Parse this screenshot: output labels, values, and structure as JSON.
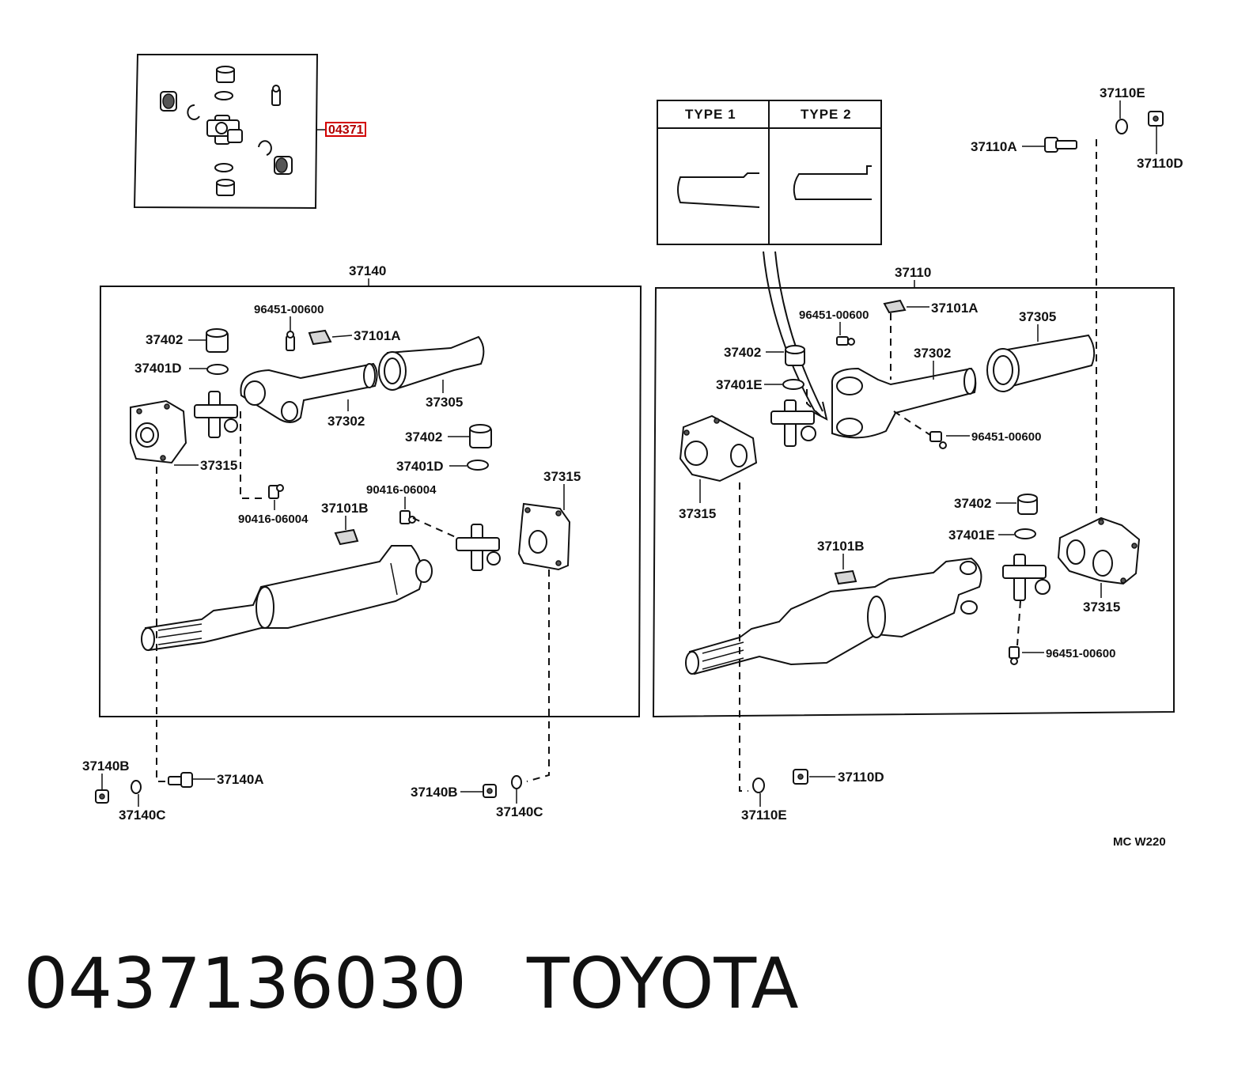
{
  "caption": {
    "part_number": "0437136030",
    "brand": "TOYOTA"
  },
  "highlight_label": "04371",
  "type_box": {
    "type1": "TYPE 1",
    "type2": "TYPE 2"
  },
  "assembly_labels": {
    "left": "37140",
    "right": "37110"
  },
  "diagram_code": "MC W220",
  "labels": {
    "l_37402": "37402",
    "l_37401D": "37401D",
    "l_96451_top": "96451-00600",
    "l_37101A": "37101A",
    "l_37302": "37302",
    "l_37305": "37305",
    "l_37315": "37315",
    "l_37402_b": "37402",
    "l_37401D_b": "37401D",
    "l_90416_a": "90416-06004",
    "l_90416_b": "90416-06004",
    "l_37101B": "37101B",
    "l_37315_b": "37315",
    "l_37140B_a": "37140B",
    "l_37140A": "37140A",
    "l_37140C_a": "37140C",
    "l_37140B_b": "37140B",
    "l_37140C_b": "37140C",
    "r_37110E_top": "37110E",
    "r_37110A": "37110A",
    "r_37110D_top": "37110D",
    "r_96451_top": "96451-00600",
    "r_37101A": "37101A",
    "r_37305": "37305",
    "r_37402": "37402",
    "r_37302": "37302",
    "r_37401E": "37401E",
    "r_96451_mid": "96451-00600",
    "r_37315": "37315",
    "r_37402_b": "37402",
    "r_37401E_b": "37401E",
    "r_37101B": "37101B",
    "r_37315_b": "37315",
    "r_96451_bot": "96451-00600",
    "r_37110D_bot": "37110D",
    "r_37110E_bot": "37110E"
  }
}
